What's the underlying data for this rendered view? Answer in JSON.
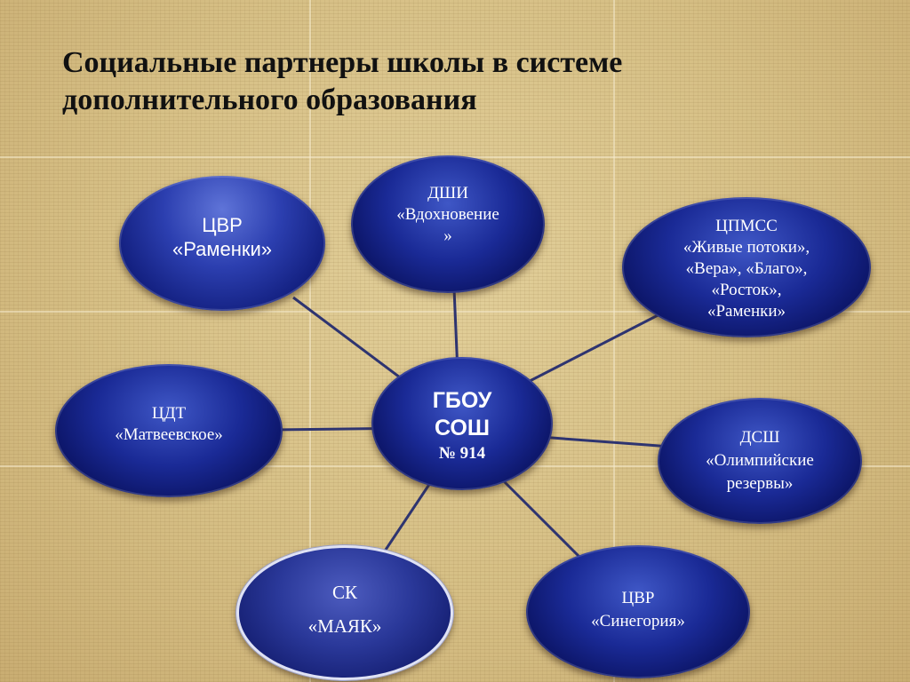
{
  "title": "Социальные партнеры школы в системе дополнительного образования",
  "center": {
    "lines": [
      "ГБОУ",
      "СОШ",
      "№ 914"
    ]
  },
  "partners": [
    {
      "id": "cvr-ramenki",
      "lines": [
        "ЦВР",
        "«Раменки»"
      ]
    },
    {
      "id": "dshi",
      "lines": [
        "ДШИ",
        "«Вдохновение",
        "»"
      ]
    },
    {
      "id": "cpmss",
      "lines": [
        "ЦПМСС",
        "«Живые потоки»,",
        "«Вера», «Благо»,",
        "«Росток»,",
        "«Раменки»"
      ]
    },
    {
      "id": "cdt",
      "lines": [
        "ЦДТ",
        "«Матвеевское»"
      ]
    },
    {
      "id": "dsh",
      "lines": [
        "ДСШ",
        "«Олимпийские",
        "резервы»"
      ]
    },
    {
      "id": "sk-mayak",
      "lines": [
        "СК",
        "«МАЯК»"
      ]
    },
    {
      "id": "cvr-sinegoria",
      "lines": [
        "ЦВР",
        "«Синегория»"
      ]
    }
  ],
  "colors": {
    "node": "#1a2a96",
    "connector": "#2e3470",
    "text": "#ffffff",
    "title": "#111111"
  }
}
